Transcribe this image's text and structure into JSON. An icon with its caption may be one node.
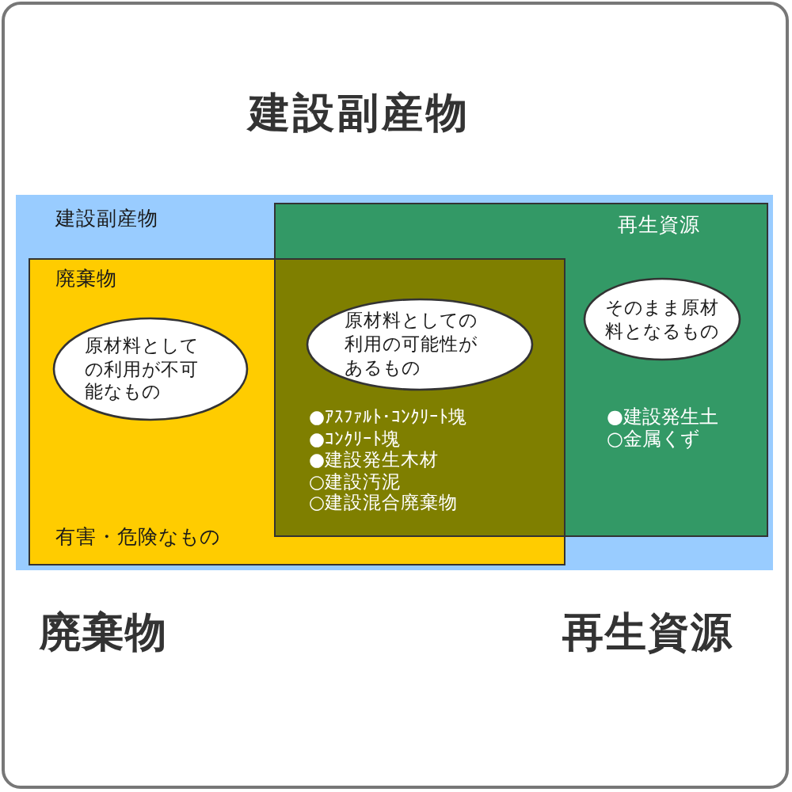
{
  "diagram": {
    "title": "建設副産物",
    "nodes": [
      {
        "text": [
          "建設副産物"
        ]
      },
      {
        "text": [
          "廃棄物",
          "有害・危険なもの"
        ],
        "in": 0
      },
      {
        "text": [
          "再生資源"
        ],
        "in": 0
      },
      {
        "text": [
          "原材料としての利用が不可能なもの"
        ],
        "in": 1
      },
      {
        "text": [
          "原材料としての利用の可能性があるもの"
        ]
      },
      {
        "text": [
          "そのまま原材料となるもの"
        ],
        "in": 2
      }
    ],
    "labels": [
      "●ｱｽﾌｧﾙﾄ･ｺﾝｸﾘｰﾄ塊",
      "●ｺﾝｸﾘｰﾄ塊",
      "●建設発生木材",
      "○建設汚泥",
      "○建設混合廃棄物",
      "●建設発生土",
      "○金属くず",
      "廃棄物",
      "再生資源"
    ]
  }
}
